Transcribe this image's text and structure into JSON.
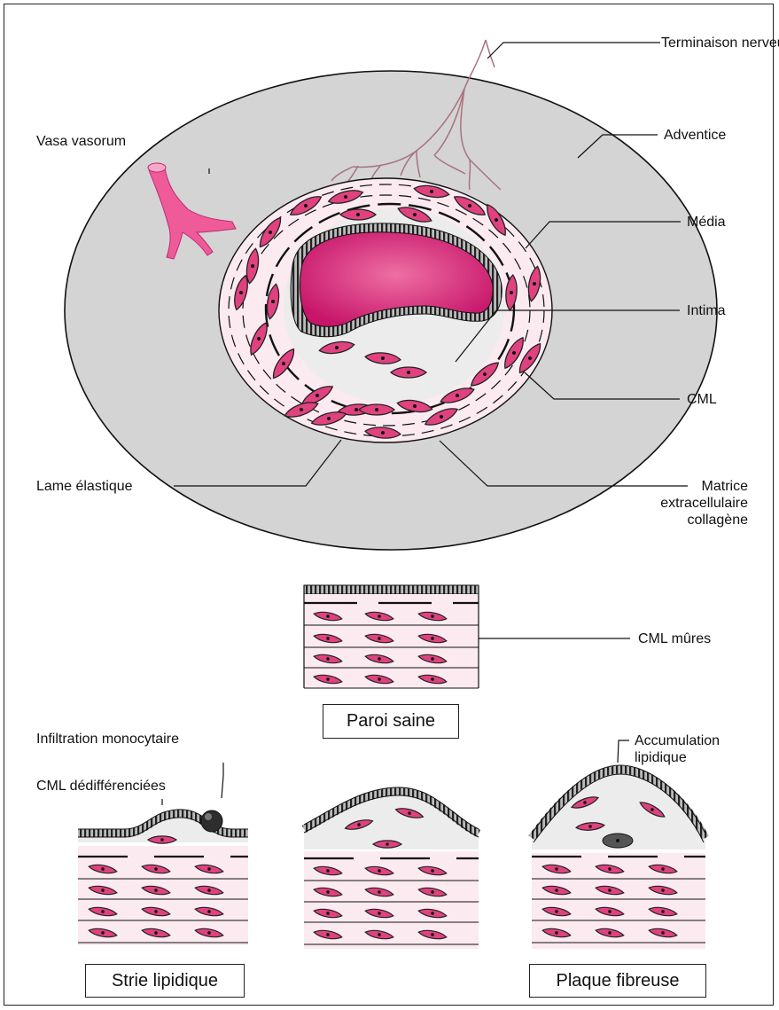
{
  "labels": {
    "terminaison": "Terminaison nerveuse",
    "vasa": "Vasa vasorum",
    "adventice": "Adventice",
    "media": "Média",
    "intima": "Intima",
    "cml": "CML",
    "lame": "Lame élastique",
    "matrice": "Matrice\nextracellulaire\ncollagène",
    "cml_mures": "CML mûres",
    "infiltration": "Infiltration monocytaire",
    "cml_dediff": "CML dédifférenciées",
    "accumulation": "Accumulation\nlipidique"
  },
  "panels": {
    "paroi_saine": "Paroi saine",
    "strie": "Strie lipidique",
    "plaque": "Plaque fibreuse"
  },
  "colors": {
    "adventice": "#d4d4d4",
    "media": "#fbeaf0",
    "intima": "#ececec",
    "lumen": "#e0357f",
    "cell": "#e0427f",
    "nerve": "#b07a86",
    "vasa": "#ef5b99",
    "monocyte": "#2e2e2e",
    "lipid": "#555555"
  }
}
